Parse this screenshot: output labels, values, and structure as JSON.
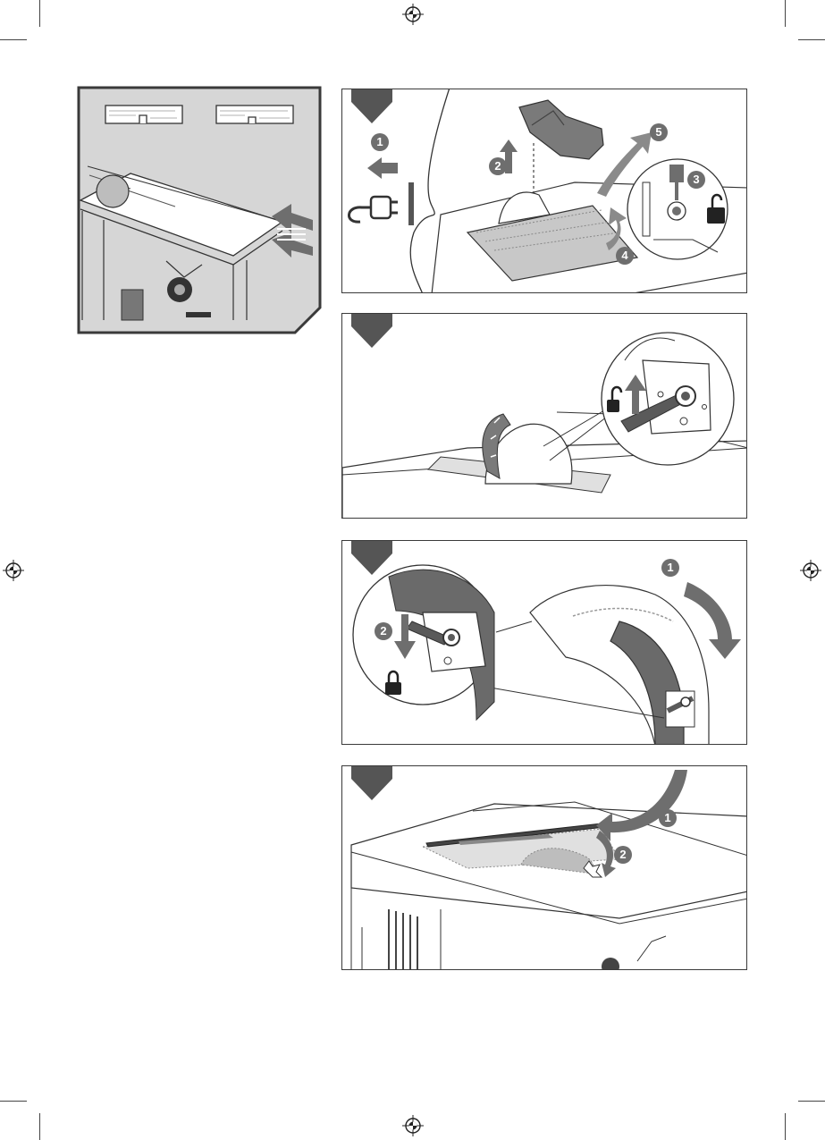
{
  "colors": {
    "panel_grey": "#d6d6d6",
    "badge_grey": "#6e6e6e",
    "line": "#3a3a3a",
    "part_dark": "#5a5a5a"
  },
  "figure_a": {
    "icons": [
      "workpiece-groove-icon",
      "workpiece-groove-icon",
      "push-pull-arrow-icon"
    ]
  },
  "figure_b": {
    "steps": [
      "1",
      "2",
      "3",
      "4",
      "5"
    ],
    "icons": [
      "unplug-icon",
      "lock-closed-icon",
      "lock-open-icon"
    ]
  },
  "figure_c": {
    "icons": [
      "lock-open-icon",
      "up-arrow-icon"
    ]
  },
  "figure_d": {
    "steps": [
      "1",
      "2"
    ],
    "icons": [
      "lock-closed-icon",
      "down-arrow-icon",
      "rotate-arrow-icon"
    ]
  },
  "figure_e": {
    "steps": [
      "1",
      "2"
    ],
    "icons": [
      "curved-arrow-icon"
    ]
  }
}
